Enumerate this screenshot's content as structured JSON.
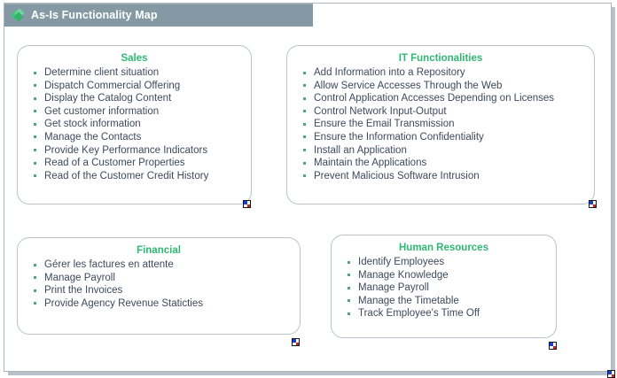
{
  "window": {
    "title": "As-Is Functionality Map",
    "title_icon": "diamond-icon",
    "title_bar_color": "#8599a5",
    "frame_border_color": "#aab4bd"
  },
  "theme": {
    "group_title_color": "#2eb873",
    "item_text_color": "#3c4a5c",
    "bullet_color": "#4fa86f",
    "group_border_color": "#b9c2cb",
    "background": "#ffffff"
  },
  "groups": [
    {
      "id": "sales",
      "title": "Sales",
      "items": [
        "Determine client situation",
        "Dispatch Commercial Offering",
        "Display the Catalog Content",
        "Get customer information",
        "Get stock information",
        "Manage the Contacts",
        "Provide Key Performance Indicators",
        "Read of a Customer Properties",
        "Read of the Customer Credit History"
      ],
      "marker_icon": "reference-marker-icon"
    },
    {
      "id": "it-functionalities",
      "title": "IT Functionalities",
      "items": [
        "Add Information into a Repository",
        "Allow Service Accesses Through the Web",
        "Control Application Accesses Depending on Licenses",
        "Control Network Input-Output",
        "Ensure the Email Transmission",
        "Ensure the Information Confidentiality",
        "Install an Application",
        "Maintain the Applications",
        "Prevent Malicious Software Intrusion"
      ],
      "marker_icon": "reference-marker-icon"
    },
    {
      "id": "financial",
      "title": "Financial",
      "items": [
        "Gérer les factures en attente",
        "Manage Payroll",
        "Print the Invoices",
        "Provide Agency Revenue Staticties"
      ],
      "marker_icon": "reference-marker-icon"
    },
    {
      "id": "human-resources",
      "title": "Human Resources",
      "items": [
        "Identify Employees",
        "Manage Knowledge",
        "Manage Payroll",
        "Manage the Timetable",
        "Track Employee's Time Off"
      ],
      "marker_icon": "reference-marker-icon"
    }
  ]
}
